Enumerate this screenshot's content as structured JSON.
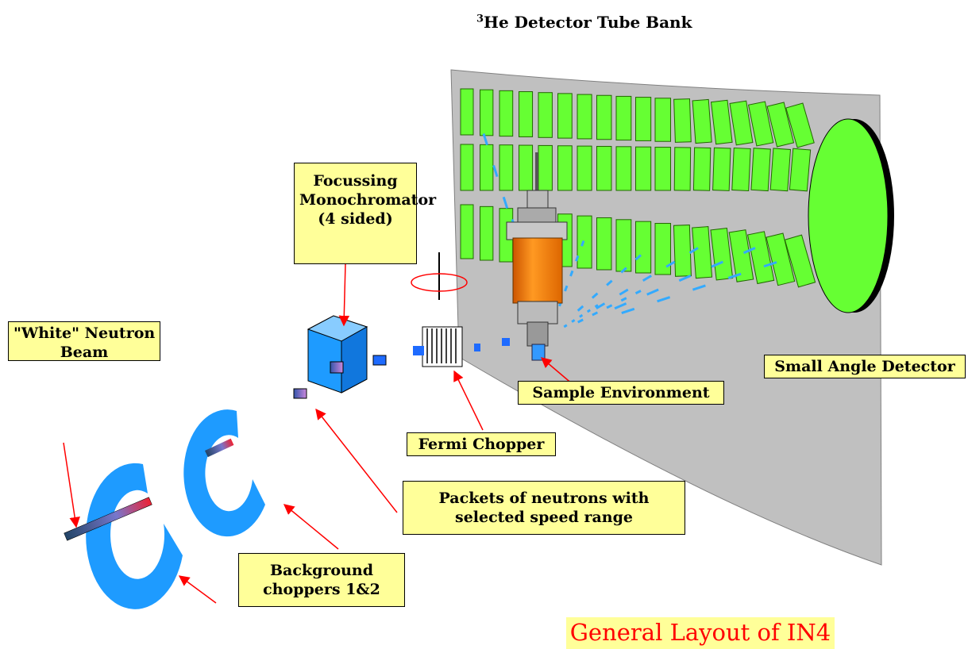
{
  "labels": {
    "detector_bank": {
      "prefix": "3",
      "text": "He Detector Tube Bank"
    },
    "monochromator": [
      "Focussing",
      "Monochromator",
      "(4 sided)"
    ],
    "white_beam": [
      "\"White\" Neutron",
      "Beam"
    ],
    "small_angle": "Small Angle Detector",
    "sample_env": "Sample Environment",
    "fermi": "Fermi Chopper",
    "packets": [
      "Packets of neutrons with",
      "selected speed range"
    ],
    "background": [
      "Background",
      "choppers 1&2"
    ],
    "title": "General Layout of IN4"
  },
  "colors": {
    "label_bg": "#ffff99",
    "arrow": "#ff0000",
    "detector_tube": "#66ff33",
    "detector_wall": "#c0c0c0",
    "chopper_disk": "#1e9bff",
    "beam_dash": "#33aaff",
    "cryostat": "#ff8800",
    "title_text": "#ff0000"
  }
}
